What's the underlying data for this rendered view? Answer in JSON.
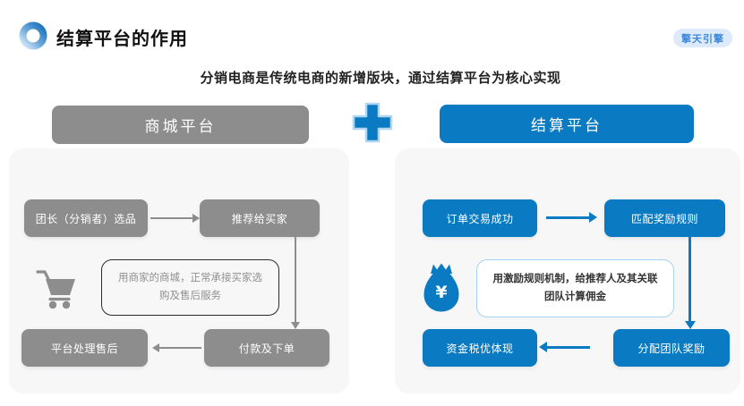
{
  "header": {
    "title": "结算平台的作用",
    "badge": "擎天引擎"
  },
  "subtitle": "分销电商是传统电商的新增版块，通过结算平台为核心实现",
  "colors": {
    "blue": "#0a7bc2",
    "gray": "#8d8d8d",
    "panel_bg": "#f7f7f8",
    "badge_bg": "#ddeafc",
    "badge_text": "#3f87d9",
    "note_border_blue": "#a6d2ee"
  },
  "mall_platform": {
    "header": "商城平台",
    "step1": "团长（分销者）选品",
    "step2": "推荐给买家",
    "step3": "付款及下单",
    "step4": "平台处理售后",
    "note": "用商家的商城，正常承接买家选购及售后服务",
    "icon": "shopping-cart-icon"
  },
  "settlement_platform": {
    "header": "结算平台",
    "step1": "订单交易成功",
    "step2": "匹配奖励规则",
    "step3": "分配团队奖励",
    "step4": "资金税优体现",
    "note": "用激励规则机制，给推荐人及其关联团队计算佣金",
    "icon": "money-bag-icon",
    "currency_symbol": "¥"
  }
}
